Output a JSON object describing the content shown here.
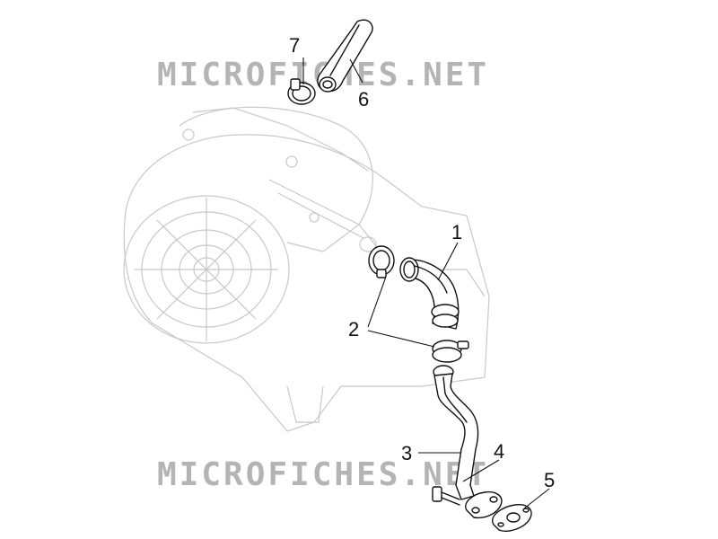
{
  "watermark": {
    "text": "MICROFICHES.NET",
    "color": "#b4b4b4"
  },
  "callouts": [
    "1",
    "2",
    "3",
    "4",
    "5",
    "6",
    "7"
  ],
  "colors": {
    "ink": "#111111",
    "ghost": "#c8c8c8"
  }
}
